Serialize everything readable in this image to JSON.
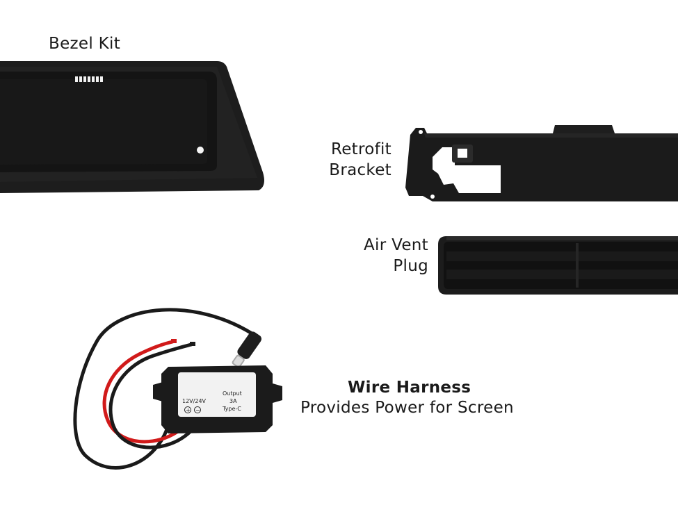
{
  "bezel_kit": {
    "label": "Bezel Kit"
  },
  "retrofit_bracket": {
    "label_line1": "Retrofit",
    "label_line2": "Bracket"
  },
  "air_vent_plug": {
    "label_line1": "Air Vent",
    "label_line2": "Plug"
  },
  "wire_harness": {
    "title": "Wire Harness",
    "subtitle": "Provides Power for Screen",
    "module": {
      "input_label": "12V/24V",
      "output_label": "Output",
      "output_current": "3A",
      "connector_label": "Type-C",
      "plus_symbol": "+",
      "minus_symbol": "−"
    }
  },
  "colors": {
    "part_black": "#1c1c1c",
    "part_edge": "#2c2c2c",
    "wire_red": "#d11a1a",
    "module_label": "#f2f2f2"
  }
}
